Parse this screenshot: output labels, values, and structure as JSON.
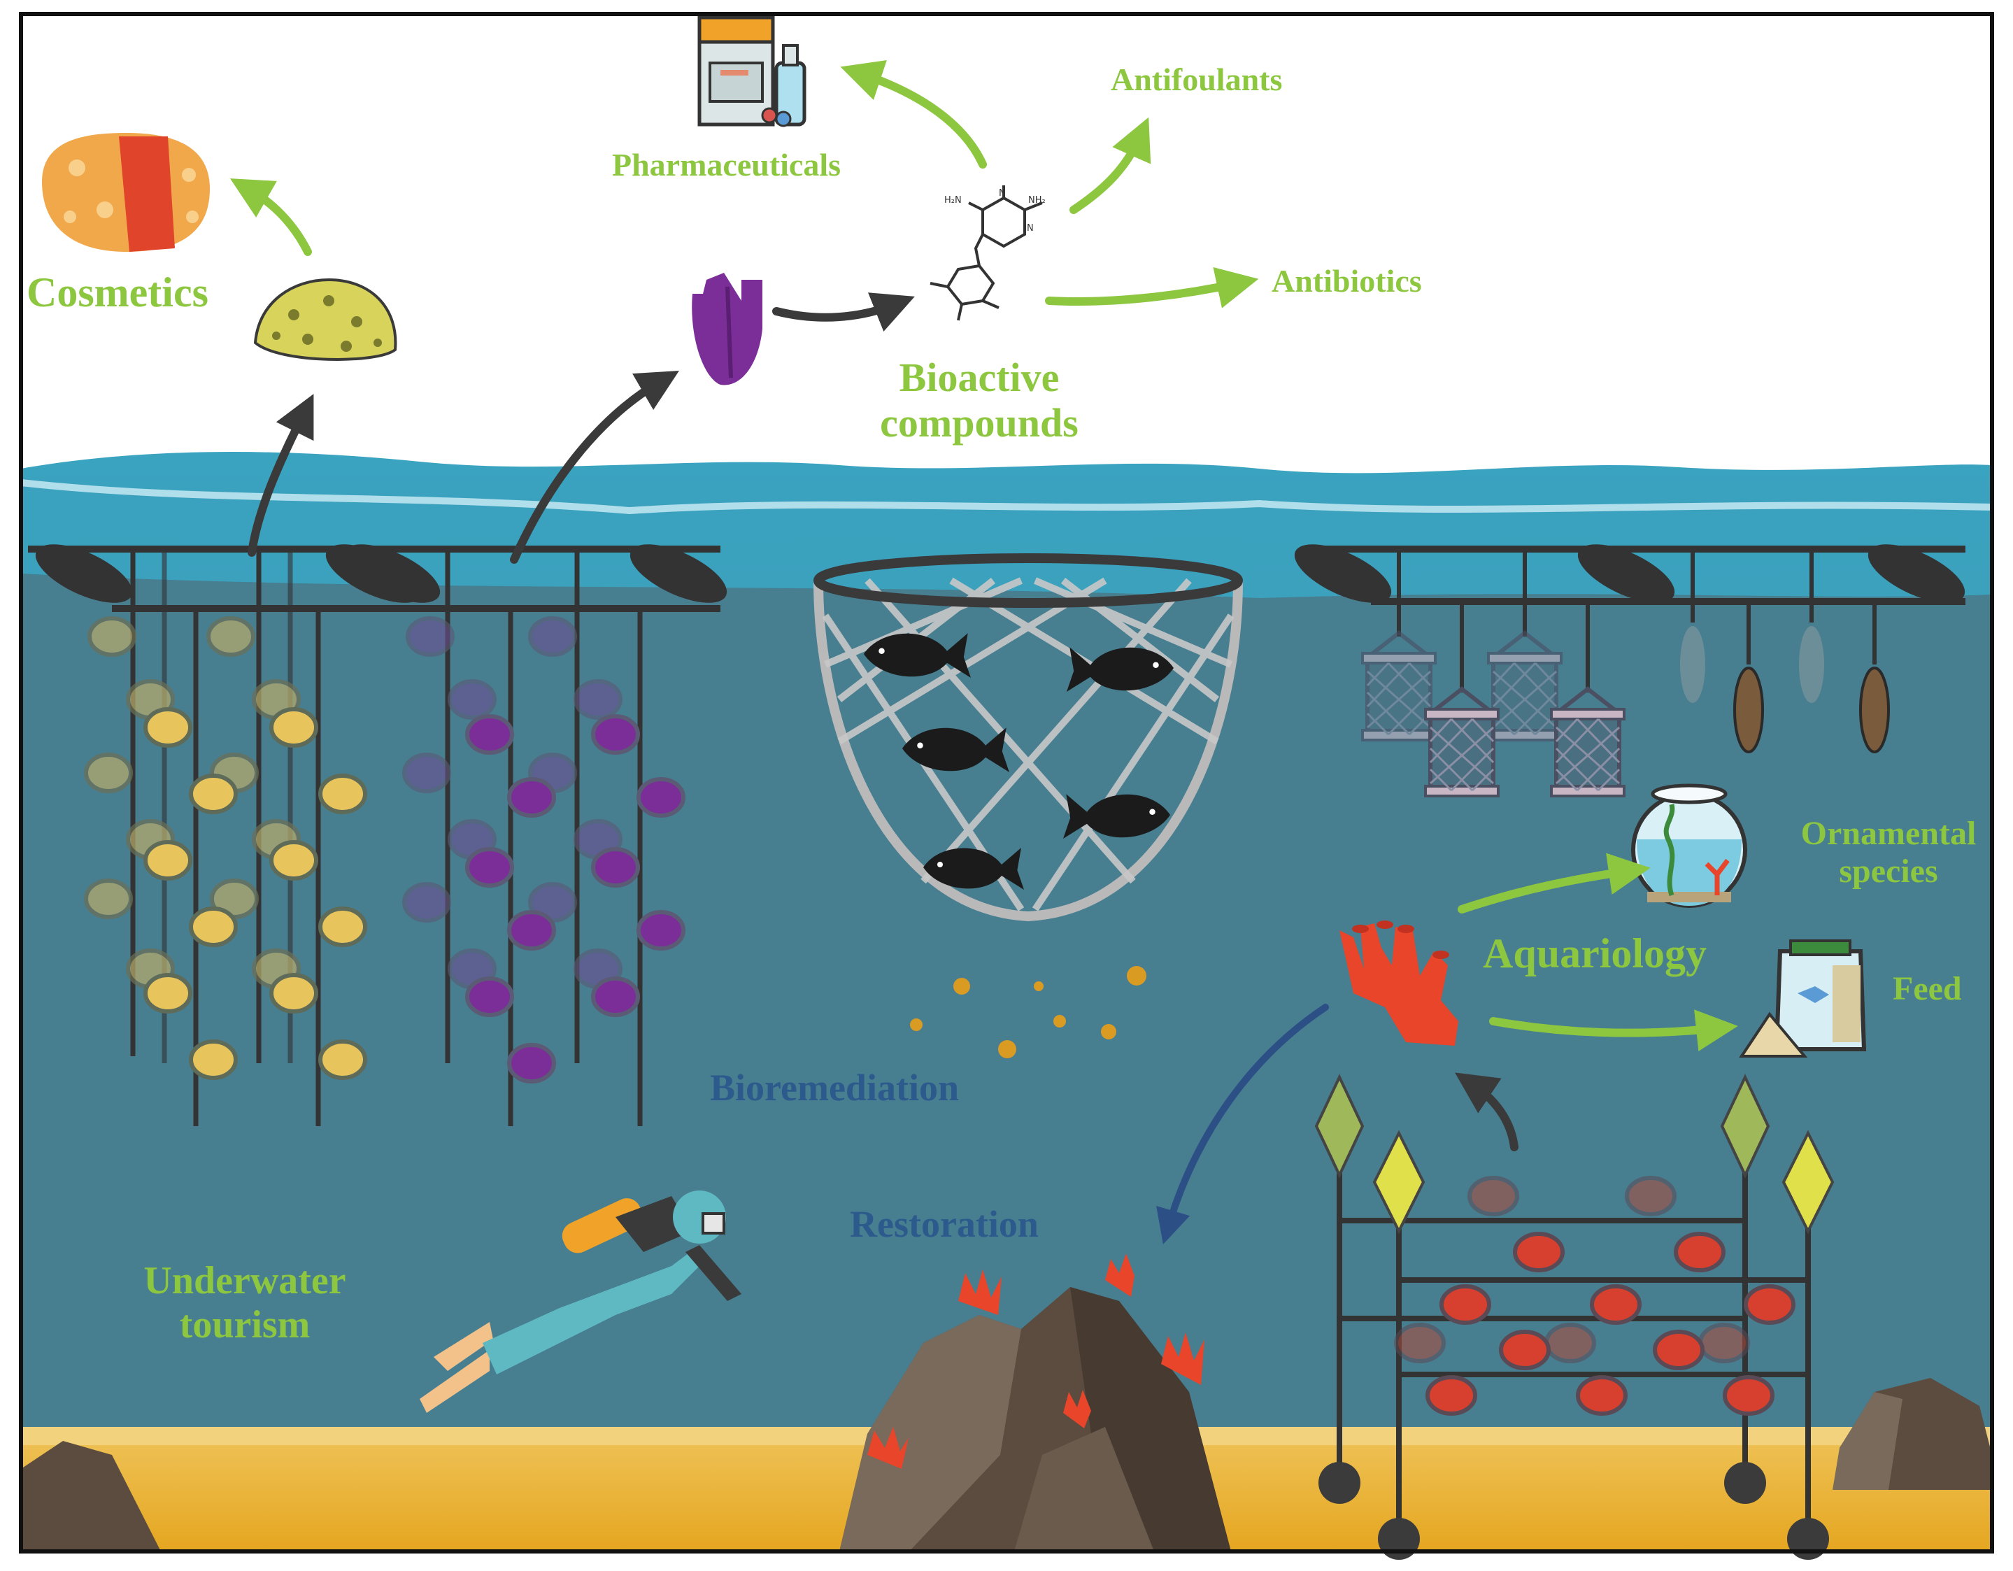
{
  "labels": {
    "cosmetics": "Cosmetics",
    "pharmaceuticals": "Pharmaceuticals",
    "antifoulants": "Antifoulants",
    "antibiotics": "Antibiotics",
    "bioactive_compounds_line1": "Bioactive",
    "bioactive_compounds_line2": "compounds",
    "bioremediation": "Bioremediation",
    "restoration": "Restoration",
    "aquariology": "Aquariology",
    "ornamental_species_line1": "Ornamental",
    "ornamental_species_line2": "species",
    "feed": "Feed",
    "underwater_tourism_line1": "Underwater",
    "underwater_tourism_line2": "tourism"
  },
  "molecule_text": {
    "nh2_left": "H₂N",
    "nh2_right": "NH₂",
    "n_top": "N",
    "n_right": "N"
  },
  "colors": {
    "label_green": "#8dc63f",
    "label_blue": "#2c5a8c",
    "sky": "#ffffff",
    "water_surface": "#3fa2bd",
    "water_deep": "#477e90",
    "sand": "#e9ae2f",
    "arrow_dark": "#3a3a3a",
    "arrow_green": "#8dc63f",
    "arrow_blue": "#2c4f86",
    "yellow_sponge": "#e7c45c",
    "purple_sponge": "#7b2e98",
    "red_sponge": "#e8452a"
  }
}
